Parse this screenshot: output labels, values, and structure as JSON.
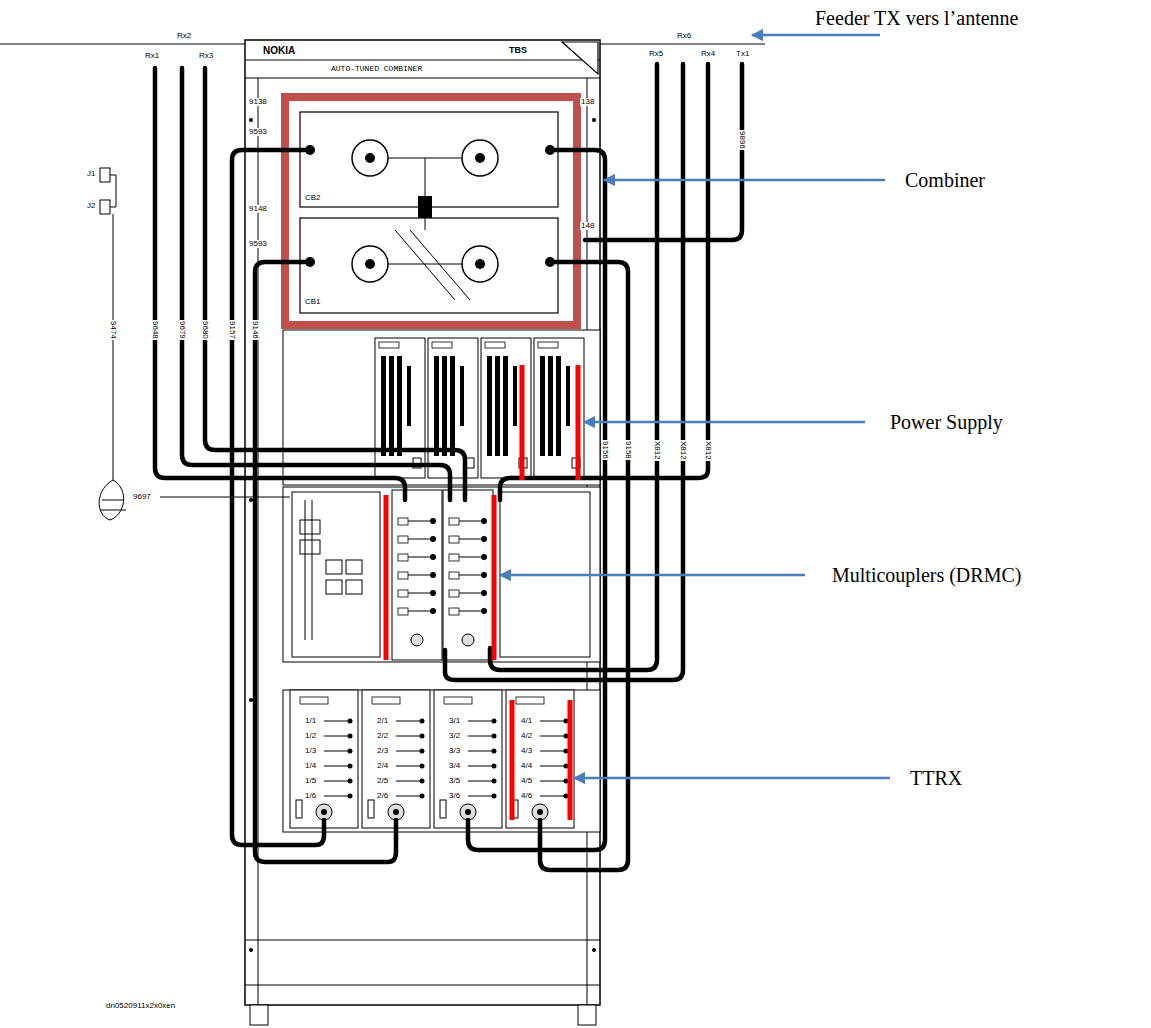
{
  "diagram": {
    "labels": [
      "Feeder TX vers l’antenne",
      "Combiner",
      "Power Supply",
      "Multicouplers (DRMC)",
      "TTRX",
      "NOKIA",
      "TBS",
      "AUTO-TUNED COMBINER",
      "Rx1",
      "Rx2",
      "Rx3",
      "Rx5",
      "Rx6",
      "Rx4",
      "Tx1",
      "9138",
      "9593",
      "9148",
      "9593",
      "138",
      "148",
      "9896",
      "CB2",
      "CB1",
      "J1",
      "J2",
      "9474",
      "9648",
      "9679",
      "9680",
      "9157",
      "9146",
      "9156",
      "9158",
      "X812",
      "X812",
      "X812",
      "9697",
      "1/1",
      "1/2",
      "1/3",
      "1/4",
      "1/5",
      "1/6",
      "2/1",
      "2/2",
      "2/3",
      "2/4",
      "2/5",
      "2/6",
      "3/1",
      "3/2",
      "3/3",
      "3/4",
      "3/5",
      "3/6",
      "4/1",
      "4/2",
      "4/3",
      "4/4",
      "4/5",
      "4/6",
      "dn0520911x2x0xen"
    ]
  }
}
